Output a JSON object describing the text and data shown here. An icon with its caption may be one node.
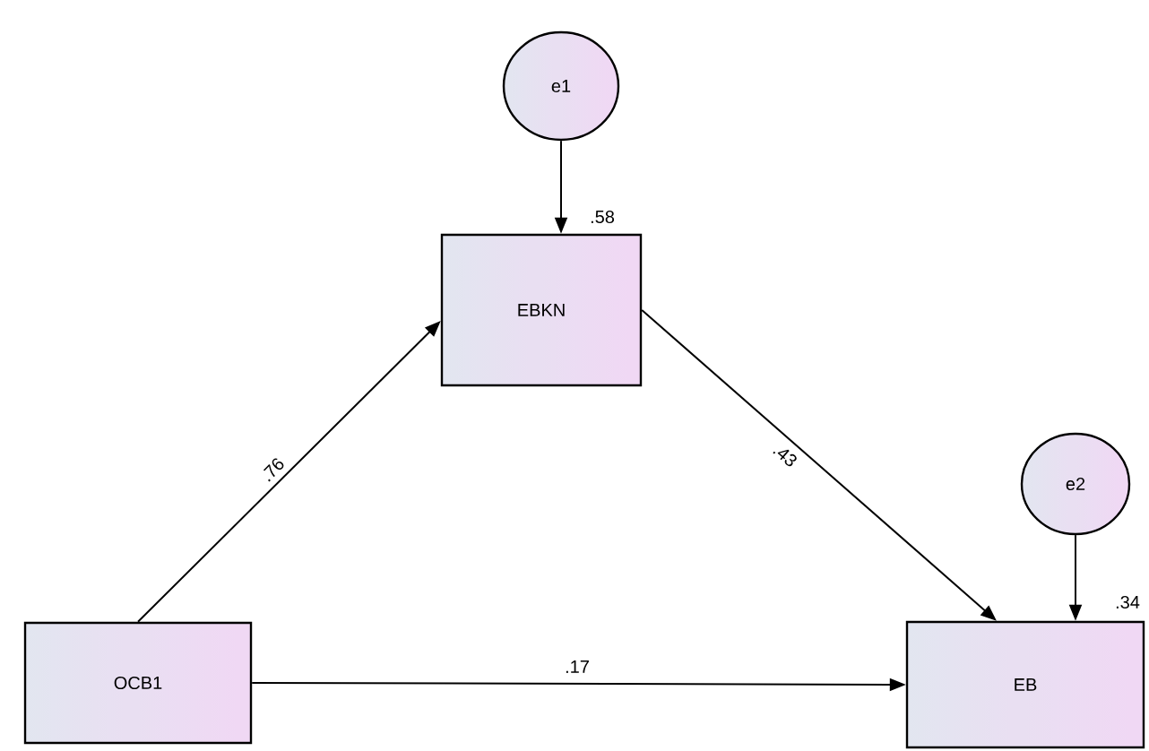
{
  "diagram": {
    "nodes": [
      {
        "text": [
          "e1"
        ]
      },
      {
        "text": [
          "EBKN"
        ],
        "beside": [
          ".58"
        ]
      },
      {
        "text": [
          "e2"
        ]
      },
      {
        "text": [
          "OCB1"
        ]
      },
      {
        "text": [
          "EB"
        ],
        "beside": [
          ".34"
        ]
      }
    ],
    "edges": [
      {
        "from": 0,
        "to": 1,
        "arrow": "to"
      },
      {
        "from": 3,
        "to": 1,
        "arrow": "to",
        "label": ".76"
      },
      {
        "from": 1,
        "to": 4,
        "arrow": "to",
        "label": ".43"
      },
      {
        "from": 2,
        "to": 4,
        "arrow": "to"
      },
      {
        "from": 3,
        "to": 4,
        "arrow": "to",
        "label": ".17"
      }
    ]
  }
}
